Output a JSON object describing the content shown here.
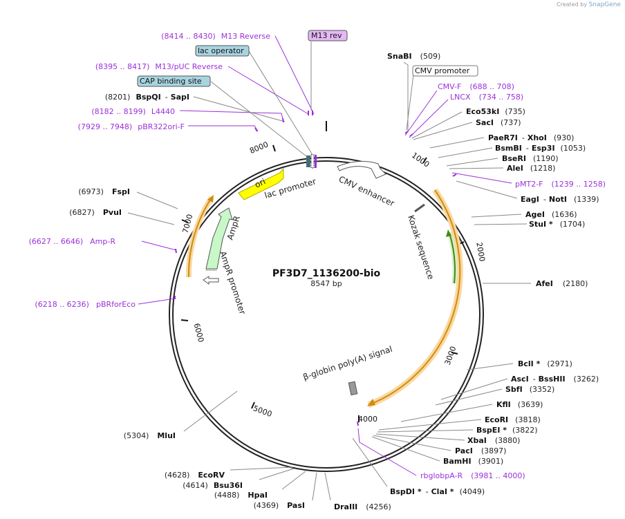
{
  "credit": {
    "prefix": "Created by",
    "brand": "SnapGene"
  },
  "plasmid": {
    "name": "PF3D7_1136200-bio",
    "length": "8547 bp"
  },
  "colors": {
    "enzyme": "#111111",
    "primer": "#9b30d9",
    "orange_feature": "#f5b942",
    "green_feature": "#5a9e2a",
    "ori": "#ffff00",
    "ampr": "#c8f7c8"
  },
  "ticks": [
    "1000",
    "2000",
    "3000",
    "4000",
    "5000",
    "6000",
    "7000",
    "8000"
  ],
  "right_labels": [
    {
      "name": "SnaBI",
      "pos": "(509)",
      "kind": "enzyme"
    },
    {
      "name": "CMV promoter",
      "kind": "boxed"
    },
    {
      "name": "CMV-F",
      "pos": "(688 .. 708)",
      "kind": "primer"
    },
    {
      "name": "LNCX",
      "pos": "(734 .. 758)",
      "kind": "primer"
    },
    {
      "name": "Eco53kI",
      "pos": "(735)",
      "kind": "enzyme"
    },
    {
      "name": "SacI",
      "pos": "(737)",
      "kind": "enzyme"
    },
    {
      "name": "PaeR7I",
      "name2": "XhoI",
      "pos": "(930)",
      "kind": "enzyme"
    },
    {
      "name": "BsmBI",
      "name2": "Esp3I",
      "pos": "(1053)",
      "kind": "enzyme"
    },
    {
      "name": "BseRI",
      "pos": "(1190)",
      "kind": "enzyme"
    },
    {
      "name": "AleI",
      "pos": "(1218)",
      "kind": "enzyme"
    },
    {
      "name": "pMT2-F",
      "pos": "(1239 .. 1258)",
      "kind": "primer"
    },
    {
      "name": "EagI",
      "name2": "NotI",
      "pos": "(1339)",
      "kind": "enzyme"
    },
    {
      "name": "AgeI",
      "pos": "(1636)",
      "kind": "enzyme"
    },
    {
      "name": "StuI *",
      "pos": "(1704)",
      "kind": "enzyme"
    },
    {
      "name": "AfeI",
      "pos": "(2180)",
      "kind": "enzyme"
    },
    {
      "name": "BclI *",
      "pos": "(2971)",
      "kind": "enzyme"
    },
    {
      "name": "AscI",
      "name2": "BssHII",
      "pos": "(3262)",
      "kind": "enzyme"
    },
    {
      "name": "SbfI",
      "pos": "(3352)",
      "kind": "enzyme"
    },
    {
      "name": "KflI",
      "pos": "(3639)",
      "kind": "enzyme"
    },
    {
      "name": "EcoRI",
      "pos": "(3818)",
      "kind": "enzyme"
    },
    {
      "name": "BspEI *",
      "pos": "(3822)",
      "kind": "enzyme"
    },
    {
      "name": "XbaI",
      "pos": "(3880)",
      "kind": "enzyme"
    },
    {
      "name": "PacI",
      "pos": "(3897)",
      "kind": "enzyme"
    },
    {
      "name": "BamHI",
      "pos": "(3901)",
      "kind": "enzyme"
    },
    {
      "name": "rbglobpA-R",
      "pos": "(3981 .. 4000)",
      "kind": "primer"
    },
    {
      "name": "BspDI *",
      "name2": "ClaI *",
      "pos": "(4049)",
      "kind": "enzyme"
    },
    {
      "name": "DraIII",
      "pos": "(4256)",
      "kind": "enzyme"
    }
  ],
  "left_labels": [
    {
      "name": "M13 Reverse",
      "pos": "(8414 .. 8430)",
      "kind": "primer"
    },
    {
      "name": "lac operator",
      "kind": "boxed"
    },
    {
      "name": "M13/pUC Reverse",
      "pos": "(8395 .. 8417)",
      "kind": "primer"
    },
    {
      "name": "CAP binding site",
      "kind": "boxed"
    },
    {
      "name": "BspQI",
      "name2": "SapI",
      "pos": "(8201)",
      "kind": "enzyme"
    },
    {
      "name": "L4440",
      "pos": "(8182 .. 8199)",
      "kind": "primer"
    },
    {
      "name": "pBR322ori-F",
      "pos": "(7929 .. 7948)",
      "kind": "primer"
    },
    {
      "name": "FspI",
      "pos": "(6973)",
      "kind": "enzyme"
    },
    {
      "name": "PvuI",
      "pos": "(6827)",
      "kind": "enzyme"
    },
    {
      "name": "Amp-R",
      "pos": "(6627 .. 6646)",
      "kind": "primer"
    },
    {
      "name": "pBRforEco",
      "pos": "(6218 .. 6236)",
      "kind": "primer"
    },
    {
      "name": "MluI",
      "pos": "(5304)",
      "kind": "enzyme"
    },
    {
      "name": "EcoRV",
      "pos": "(4628)",
      "kind": "enzyme"
    },
    {
      "name": "Bsu36I",
      "pos": "(4614)",
      "kind": "enzyme"
    },
    {
      "name": "HpaI",
      "pos": "(4488)",
      "kind": "enzyme"
    },
    {
      "name": "PasI",
      "pos": "(4369)",
      "kind": "enzyme"
    }
  ],
  "top_box": {
    "name": "M13 rev"
  },
  "features": {
    "ori": "ori",
    "lac_promoter": "lac promoter",
    "cmv_enhancer": "CMV enhancer",
    "kozak": "Kozak sequence",
    "ampr": "AmpR",
    "ampr_promoter": "AmpR promoter",
    "polya": "β-globin poly(A) signal"
  }
}
